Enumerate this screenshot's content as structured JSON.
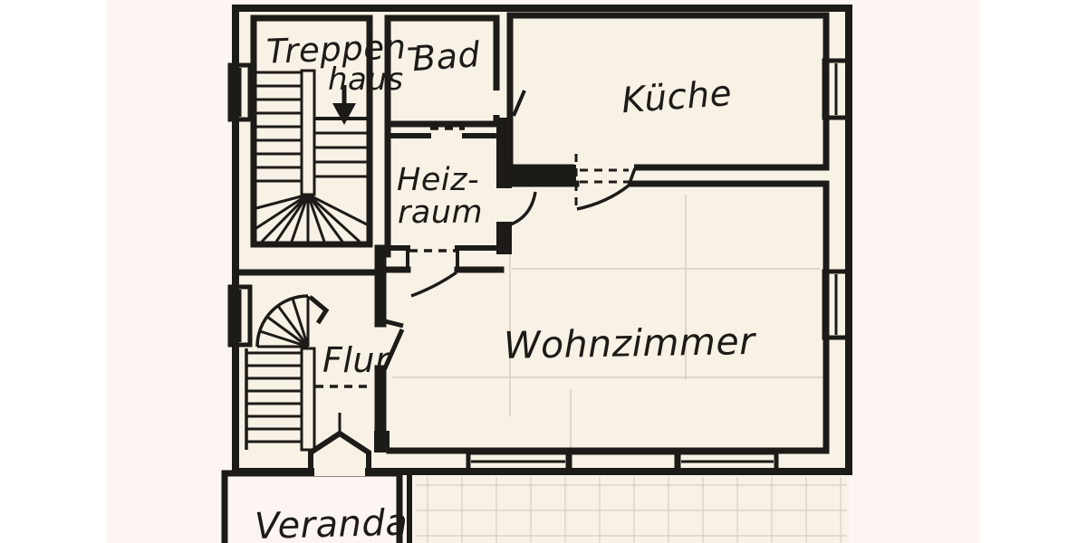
{
  "document_type": "hand-drawn floor plan",
  "language": "German",
  "labels": {
    "treppenhaus_line1": "Treppen-",
    "treppenhaus_line2": "haus",
    "bad": "Bad",
    "kueche": "Küche",
    "heizraum_line1": "Heiz-",
    "heizraum_line2": "raum",
    "wohnzimmer": "Wohnzimmer",
    "flur": "Flur",
    "veranda": "Veranda"
  },
  "rooms": [
    {
      "id": "treppenhaus",
      "label": "Treppenhaus"
    },
    {
      "id": "bad",
      "label": "Bad"
    },
    {
      "id": "kueche",
      "label": "Küche"
    },
    {
      "id": "heizraum",
      "label": "Heizraum"
    },
    {
      "id": "wohnzimmer",
      "label": "Wohnzimmer"
    },
    {
      "id": "flur",
      "label": "Flur"
    },
    {
      "id": "veranda",
      "label": "Veranda"
    }
  ],
  "icons": [
    {
      "name": "stairs-down-arrow",
      "meaning": "direction of staircase"
    },
    {
      "name": "entrance-door-mark",
      "meaning": "house entrance between Flur and Veranda"
    }
  ],
  "palette": {
    "wall": "#1d1b17",
    "paper": "#ffffff",
    "sheet": "#fdf5f2",
    "floor": "#f8f1e5",
    "veranda_floor": "#f8eef0",
    "window3_fill": "#f6e8e2",
    "tile_line": "#d9cec2",
    "pencil_line": "#c7bbae"
  }
}
